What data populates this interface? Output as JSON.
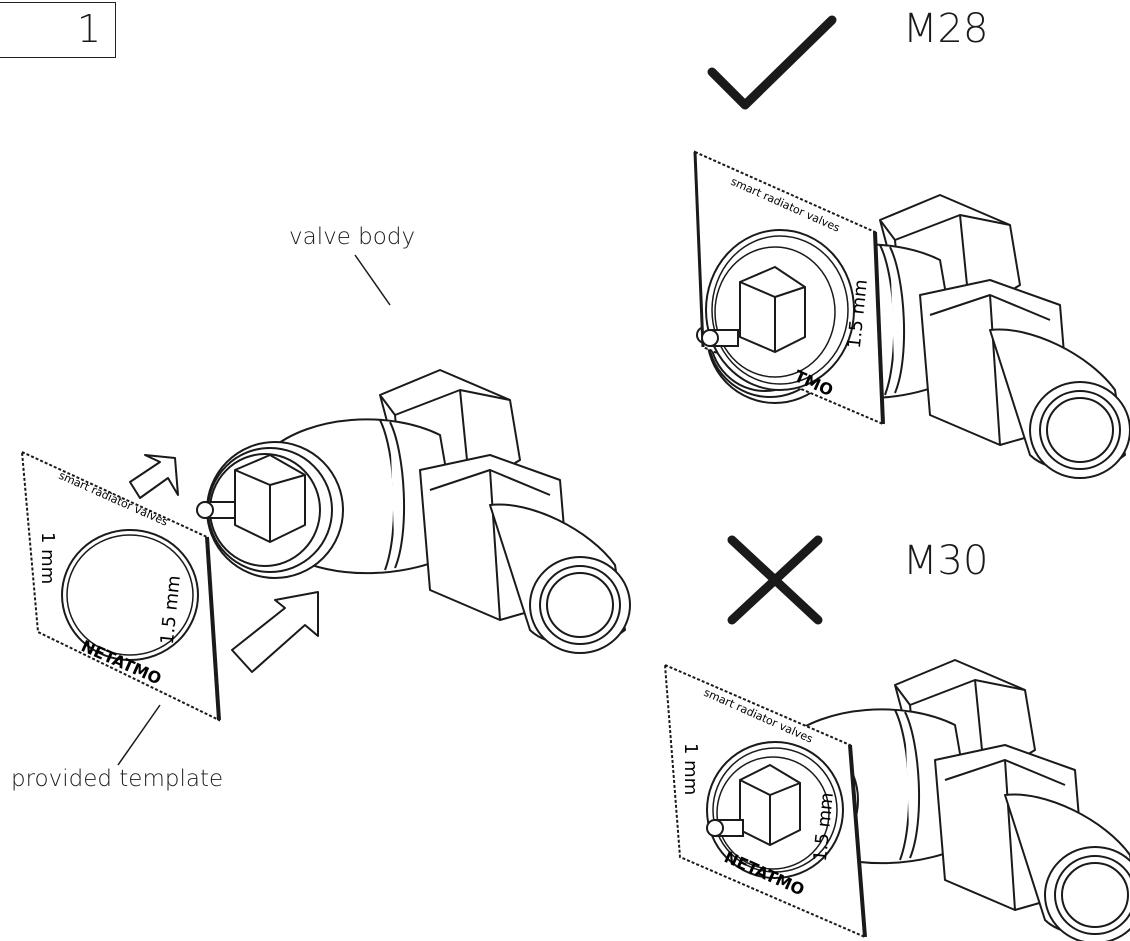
{
  "step": {
    "number": "1"
  },
  "labels": {
    "valve_body": "valve body",
    "provided_template": "provided template"
  },
  "options": [
    {
      "size": "M28",
      "mark": "check-icon"
    },
    {
      "size": "M30",
      "mark": "cross-icon"
    }
  ],
  "template_card": {
    "title": "smart radiator valves",
    "left_scale": "1 mm",
    "right_scale": "1.5 mm",
    "brand": "NETATMO"
  },
  "m28_card": {
    "title": "smart radiator valves",
    "right_scale": "1.5 mm",
    "brand_partial": "TMO"
  },
  "m30_card": {
    "title": "smart radiator valves",
    "left_scale": "1 mm",
    "right_scale": "1.5 mm",
    "brand": "NETATMO"
  },
  "colors": {
    "line": "#1a1a1a",
    "background": "#ffffff"
  }
}
